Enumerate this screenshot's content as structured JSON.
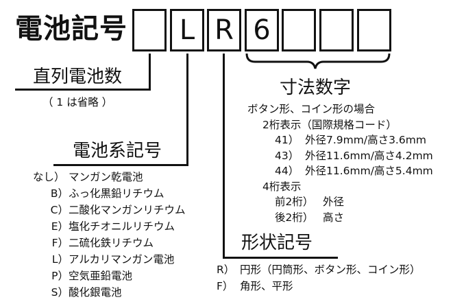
{
  "diagram": {
    "title": "電池記号",
    "code_boxes": [
      "",
      "L",
      "R",
      "6",
      "",
      "",
      ""
    ],
    "series_count": {
      "label": "直列電池数",
      "note": "（ 1 は省略 ）"
    },
    "system_symbol": {
      "label": "電池系記号",
      "items": [
        {
          "code": "なし）",
          "desc": "マンガン乾電池"
        },
        {
          "code": "B）",
          "desc": "ふっ化黒鉛リチウム"
        },
        {
          "code": "C）",
          "desc": "二酸化マンガンリチウム"
        },
        {
          "code": "E）",
          "desc": "塩化チオニルリチウム"
        },
        {
          "code": "F）",
          "desc": "二硫化鉄リチウム"
        },
        {
          "code": "L）",
          "desc": "アルカリマンガン電池"
        },
        {
          "code": "P）",
          "desc": "空気亜鉛電池"
        },
        {
          "code": "S）",
          "desc": "酸化銀電池"
        }
      ]
    },
    "dimension_digits": {
      "label": "寸法数字",
      "heading": "ボタン形、コイン形の場合",
      "two_digit": {
        "heading": "2桁表示（国際規格コード）",
        "items": [
          {
            "code": "41）",
            "desc": "外径7.9mm/高さ3.6mm"
          },
          {
            "code": "43）",
            "desc": "外径11.6mm/高さ4.2mm"
          },
          {
            "code": "44）",
            "desc": "外径11.6mm/高さ5.4mm"
          }
        ]
      },
      "four_digit": {
        "heading": "4桁表示",
        "items": [
          {
            "code": "前2桁）",
            "desc": "外径"
          },
          {
            "code": "後2桁）",
            "desc": "高さ"
          }
        ]
      }
    },
    "shape_symbol": {
      "label": "形状記号",
      "items": [
        {
          "code": "R）",
          "desc": "円形（円筒形、ボタン形、コイン形）"
        },
        {
          "code": "F）",
          "desc": "角形、平形"
        }
      ]
    }
  }
}
